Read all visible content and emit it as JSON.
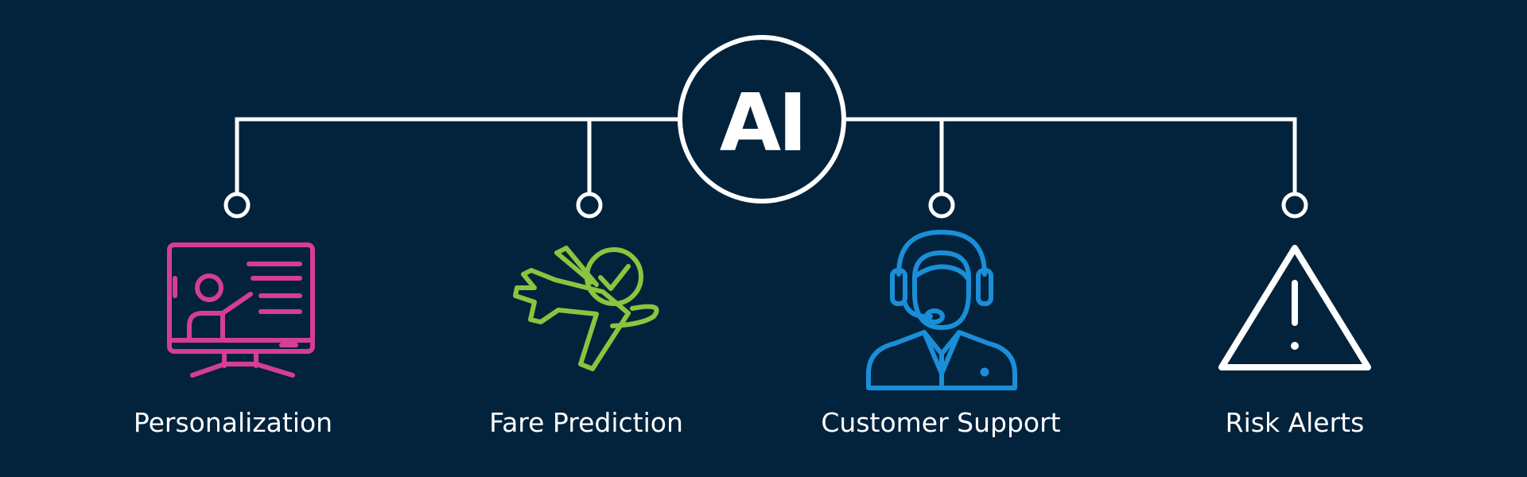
{
  "hub": {
    "label": "AI"
  },
  "items": [
    {
      "label": "Personalization",
      "icon": "presentation-screen-icon",
      "color": "#d63d96"
    },
    {
      "label": "Fare Prediction",
      "icon": "airplane-check-icon",
      "color": "#8cc43f"
    },
    {
      "label": "Customer Support",
      "icon": "headset-agent-icon",
      "color": "#1a8fd8"
    },
    {
      "label": "Risk Alerts",
      "icon": "warning-triangle-icon",
      "color": "#ffffff"
    }
  ],
  "colors": {
    "background": "#03233d",
    "lines": "#ffffff"
  }
}
